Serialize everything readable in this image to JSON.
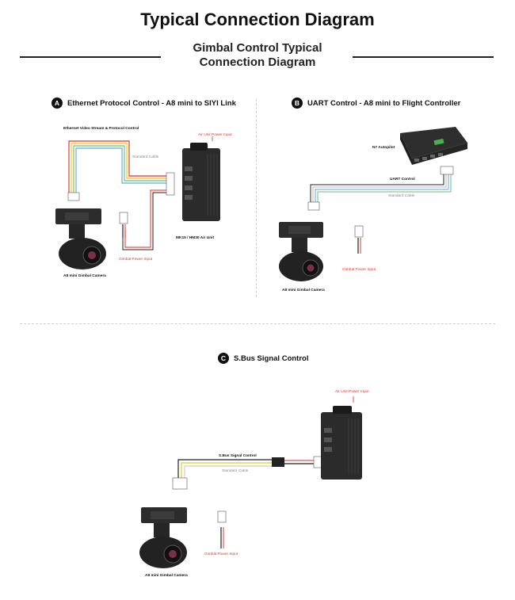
{
  "header": {
    "title": "Typical Connection Diagram",
    "subtitle": "Gimbal Control Typical Connection Diagram"
  },
  "sections": {
    "a": {
      "badge": "A",
      "title": "Ethernet Protocol Control - A8 mini to SIYI Link",
      "labels": {
        "ethernet_stream": "Ethernet Video Stream & Protocol Control",
        "standard_cable": "Standard Cable",
        "air_unit_power": "Air Unit Power Input",
        "gimbal_power": "Gimbal Power Input",
        "air_unit_name": "MK15 / HM30 Air Unit",
        "camera_name": "A8 mini Gimbal Camera"
      }
    },
    "b": {
      "badge": "B",
      "title": "UART Control - A8 mini to Flight Controller",
      "labels": {
        "autopilot": "N7 Autopilot",
        "uart_control": "UART Control",
        "standard_cable": "Standard Cable",
        "gimbal_power": "Gimbal Power Input",
        "camera_name": "A8 mini Gimbal Camera"
      }
    },
    "c": {
      "badge": "C",
      "title": "S.Bus Signal Control",
      "labels": {
        "air_unit_power": "Air Unit Power Input",
        "sbus_control": "S.Bus Signal Control",
        "standard_cable": "Standard Cable",
        "gimbal_power": "Gimbal Power Input",
        "camera_name": "A8 mini Gimbal Camera"
      }
    }
  },
  "colors": {
    "cable_red": "#e2574c",
    "cable_yellow": "#e8d24a",
    "cable_green": "#8cc98a",
    "cable_blue": "#7fb7e0",
    "cable_white": "#dddddd",
    "cable_black": "#222222",
    "label_red": "#d63a2f"
  }
}
